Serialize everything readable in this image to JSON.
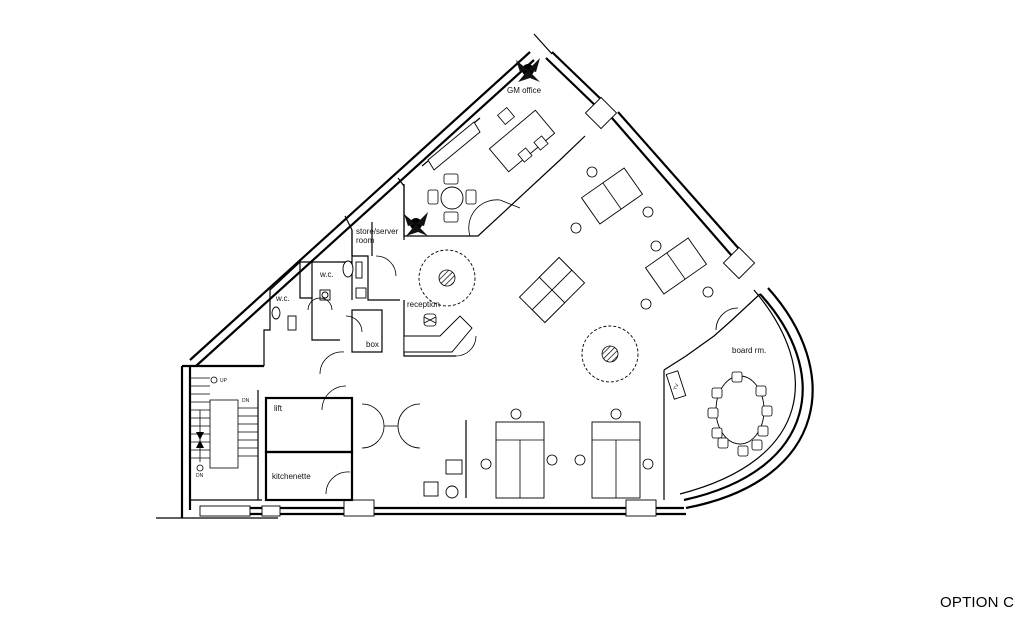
{
  "labels": {
    "gm_office": "GM office",
    "store_server_1": "store/server",
    "store_server_2": "room",
    "reception": "reception",
    "wc_1": "w.c.",
    "wc_2": "w.c.",
    "box": "box",
    "lift": "lift",
    "kitchenette": "kitchenette",
    "board_room": "board rm.",
    "tv": "TV",
    "up": "UP",
    "dn_1": "DN",
    "dn_2": "DN"
  },
  "option_label": "OPTION C"
}
